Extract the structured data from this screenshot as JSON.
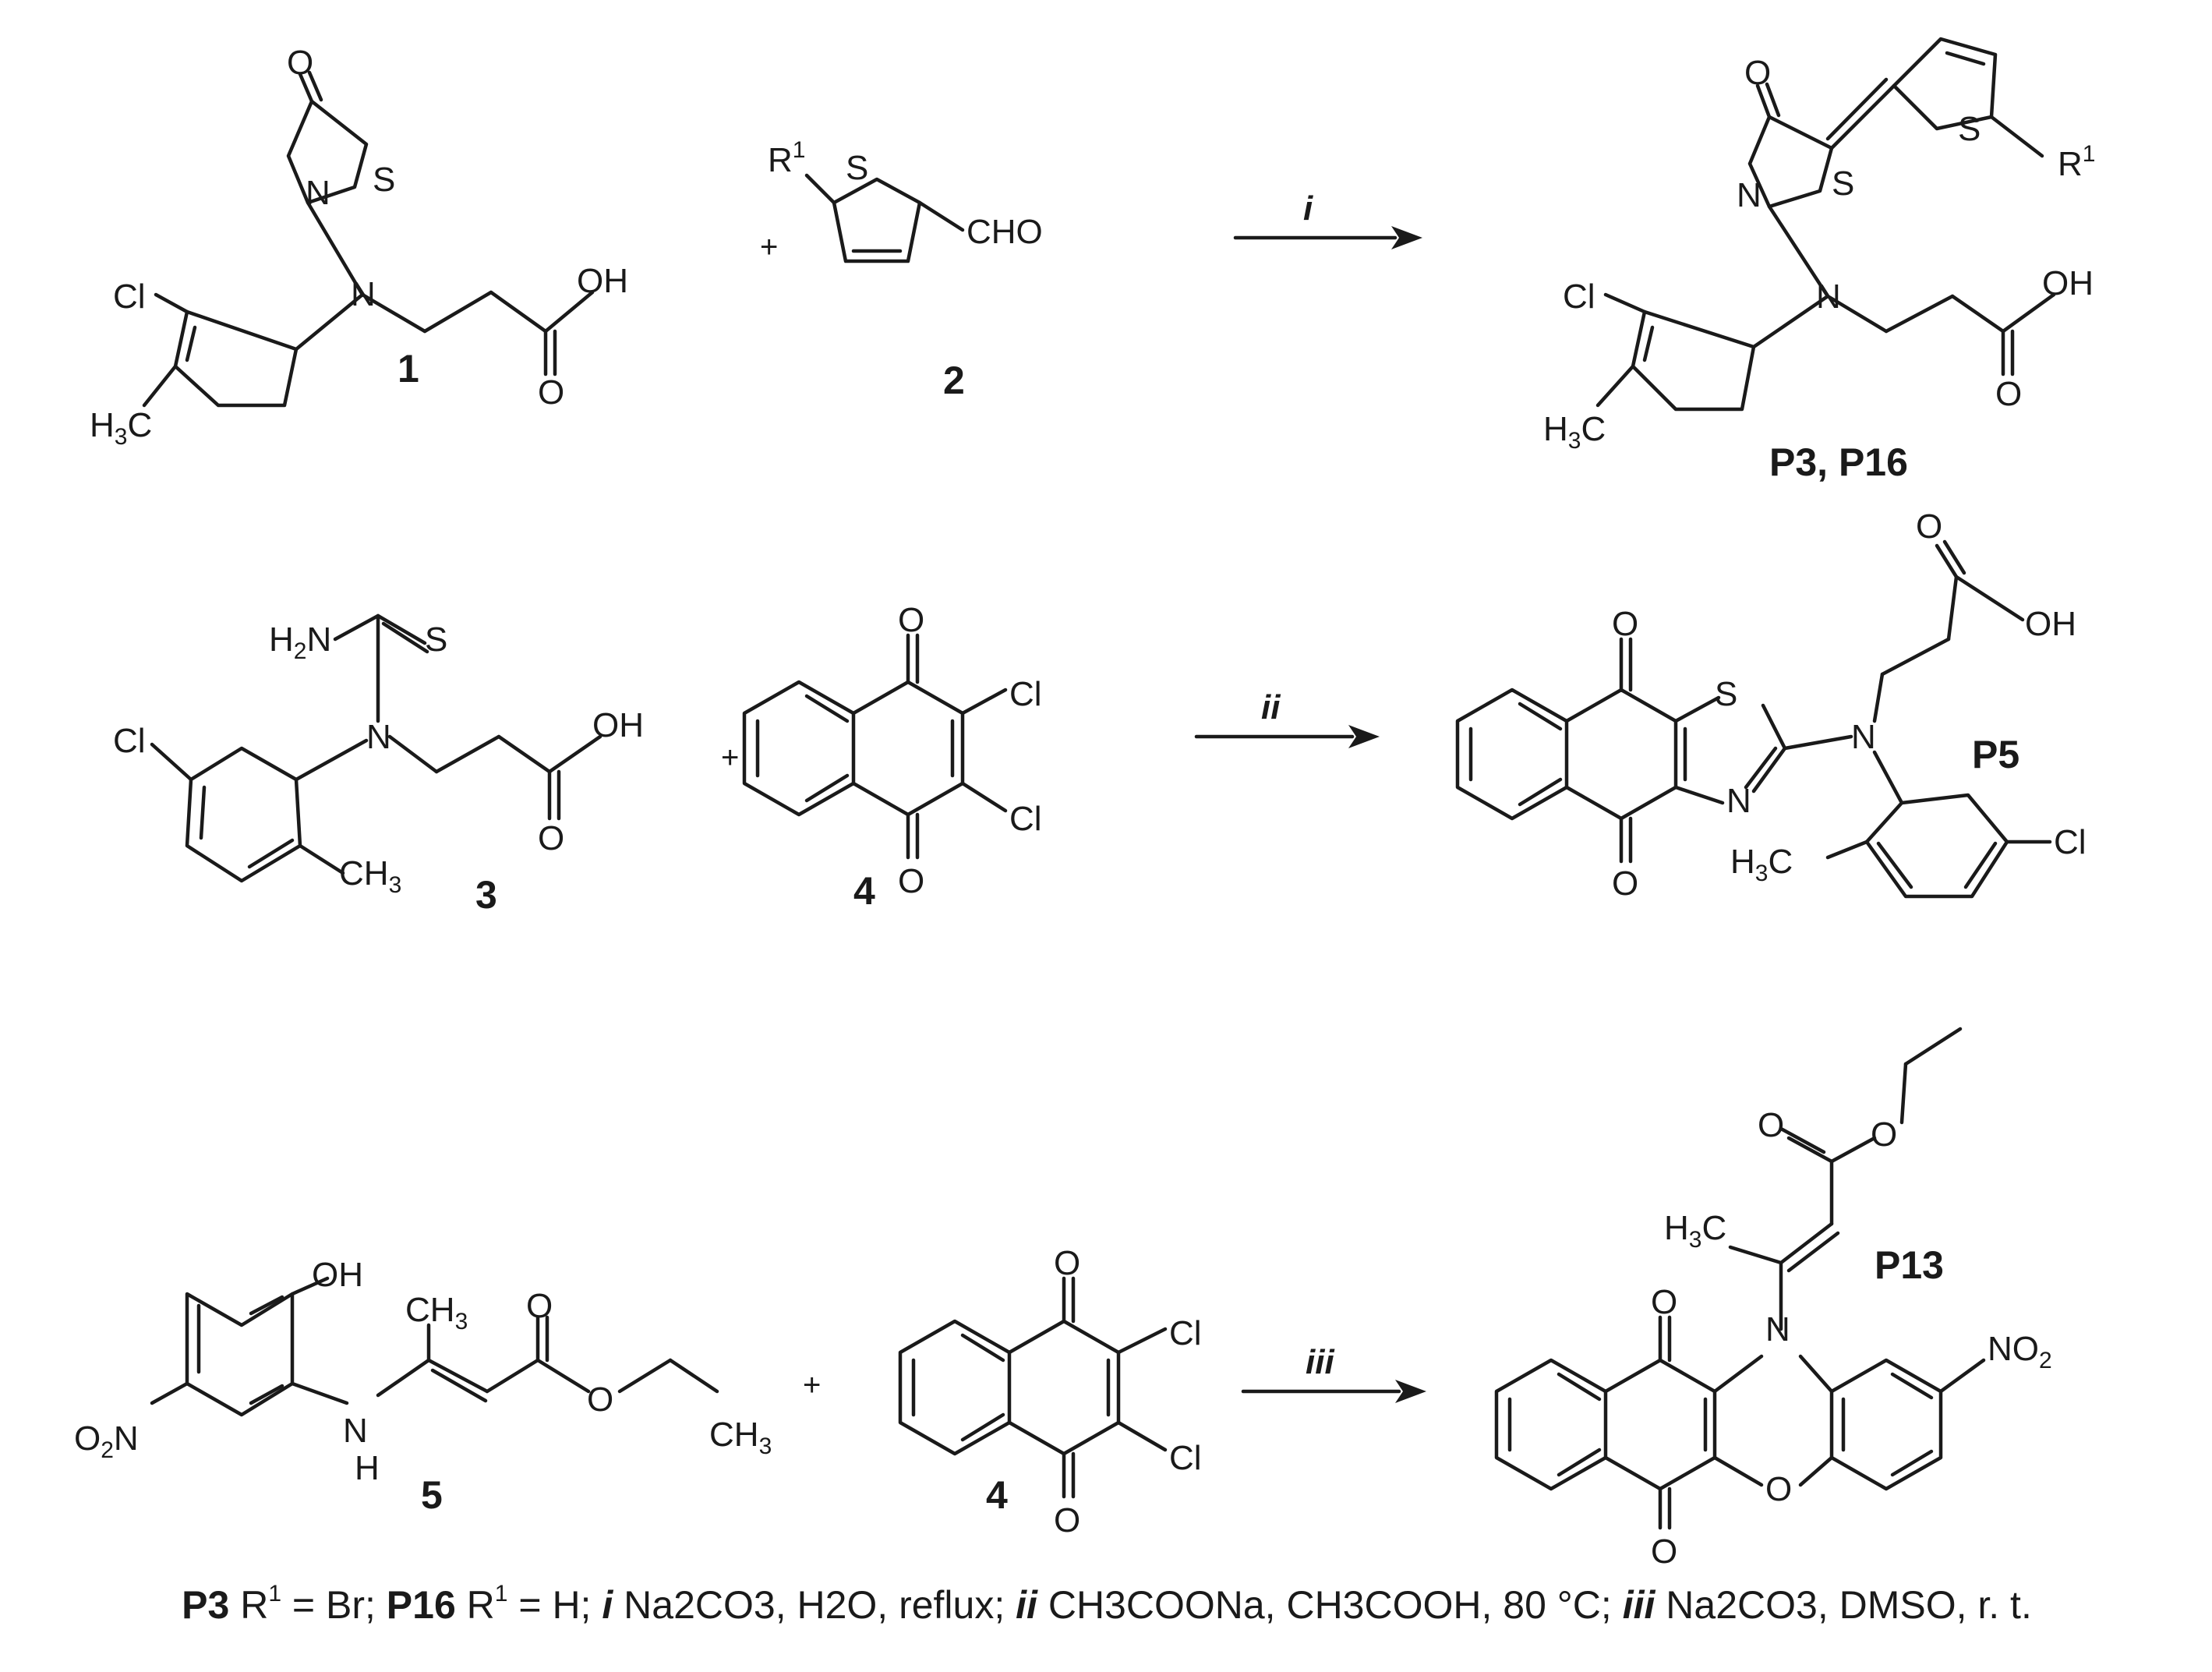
{
  "compounds": {
    "c1": "1",
    "c2": "2",
    "p3p16": "P3, P16",
    "c3": "3",
    "c4a": "4",
    "p5": "P5",
    "c5": "5",
    "c4b": "4",
    "p13": "P13"
  },
  "conditions": {
    "i": "i",
    "ii": "ii",
    "iii": "iii"
  },
  "plus_sign": "+",
  "atom_labels": {
    "O": "O",
    "N": "N",
    "S": "S",
    "Cl": "Cl",
    "OH": "OH",
    "H3C": "H3C",
    "CH3": "CH3",
    "CHO": "CHO",
    "R1": "R1",
    "H2N": "H2N",
    "NH": "NH",
    "NO2": "NO2",
    "O2N": "O2N"
  },
  "footnote": {
    "p3": "P3",
    "r1_br": "= Br;",
    "p16": "P16",
    "r1_h": "= H;",
    "i": "i",
    "cond_i": "Na2CO3, H2O, reflux;",
    "ii": "ii",
    "cond_ii": "CH3COONa, CH3COOH, 80 °C;",
    "iii": "iii",
    "cond_iii": "Na2CO3, DMSO, r. t."
  },
  "colors": {
    "ink": "#1a1a1a",
    "background": "#ffffff"
  }
}
